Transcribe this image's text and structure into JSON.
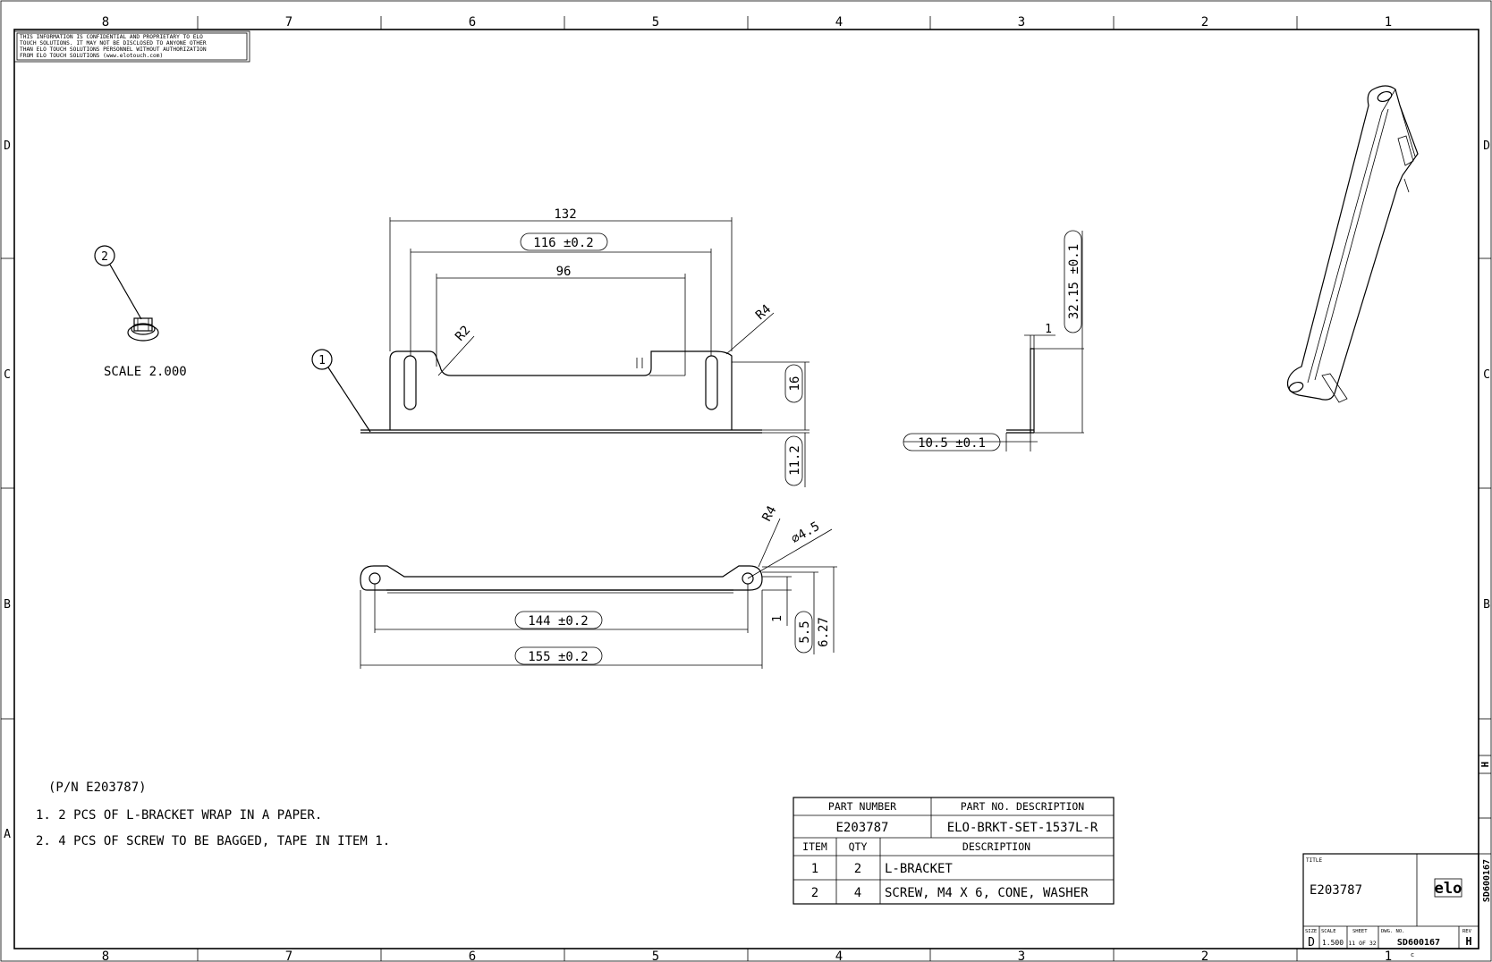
{
  "border": {
    "columns": [
      "8",
      "7",
      "6",
      "5",
      "4",
      "3",
      "2",
      "1"
    ],
    "rows": [
      "D",
      "C",
      "B",
      "A"
    ]
  },
  "confidential": {
    "lines": [
      "THIS INFORMATION IS CONFIDENTIAL AND PROPRIETARY TO ELO",
      "TOUCH SOLUTIONS. IT MAY NOT BE DISCLOSED TO ANYONE OTHER",
      "THAN ELO TOUCH SOLUTIONS PERSONNEL WITHOUT AUTHORIZATION",
      "FROM ELO TOUCH SOLUTIONS (www.elotouch.com)"
    ]
  },
  "balloons": {
    "screw": "2",
    "bracket": "1"
  },
  "screw_scale": "SCALE  2.000",
  "dimensions": {
    "d132": "132",
    "d116": "116 ±0.2",
    "d96": "96",
    "r2": "R2",
    "r4_top": "R4",
    "d16": "16",
    "d11_2": "11.2",
    "d1_top": "1",
    "d32_15": "32.15 ±0.1",
    "d1_side": "1",
    "d10_5": "10.5 ±0.1",
    "r4_bottom": "R4",
    "dia4_5": "⌀4.5",
    "d1_bottom": "1",
    "d5_5": "5.5",
    "d6_27": "6.27",
    "d144": "144 ±0.2",
    "d155": "155 ±0.2"
  },
  "notes": {
    "pn": "(P/N E203787)",
    "items": [
      "1. 2 PCS OF L-BRACKET WRAP IN A PAPER.",
      "2. 4 PCS OF SCREW TO BE BAGGED, TAPE IN ITEM 1."
    ]
  },
  "bom": {
    "head_part_number": "PART NUMBER",
    "head_description": "PART NO. DESCRIPTION",
    "part_number": "E203787",
    "part_description": "ELO-BRKT-SET-1537L-R",
    "col_item": "ITEM",
    "col_qty": "QTY",
    "col_desc": "DESCRIPTION",
    "rows": [
      {
        "item": "1",
        "qty": "2",
        "desc": "L-BRACKET"
      },
      {
        "item": "2",
        "qty": "4",
        "desc": "SCREW, M4 X 6, CONE, WASHER"
      }
    ]
  },
  "title_block": {
    "title_label": "TITLE",
    "title": "E203787",
    "logo": "elo",
    "size_label": "SIZE",
    "size": "D",
    "scale_label": "SCALE",
    "scale": "1.500",
    "sheet_label": "SHEET",
    "sheet": "11 OF 32",
    "dwg_label": "DWG. NO.",
    "dwg": "SD600167",
    "rev_label": "REV",
    "rev": "H",
    "side_dwg": "SD600167",
    "side_rev": "H",
    "bottom_mark": "c"
  }
}
